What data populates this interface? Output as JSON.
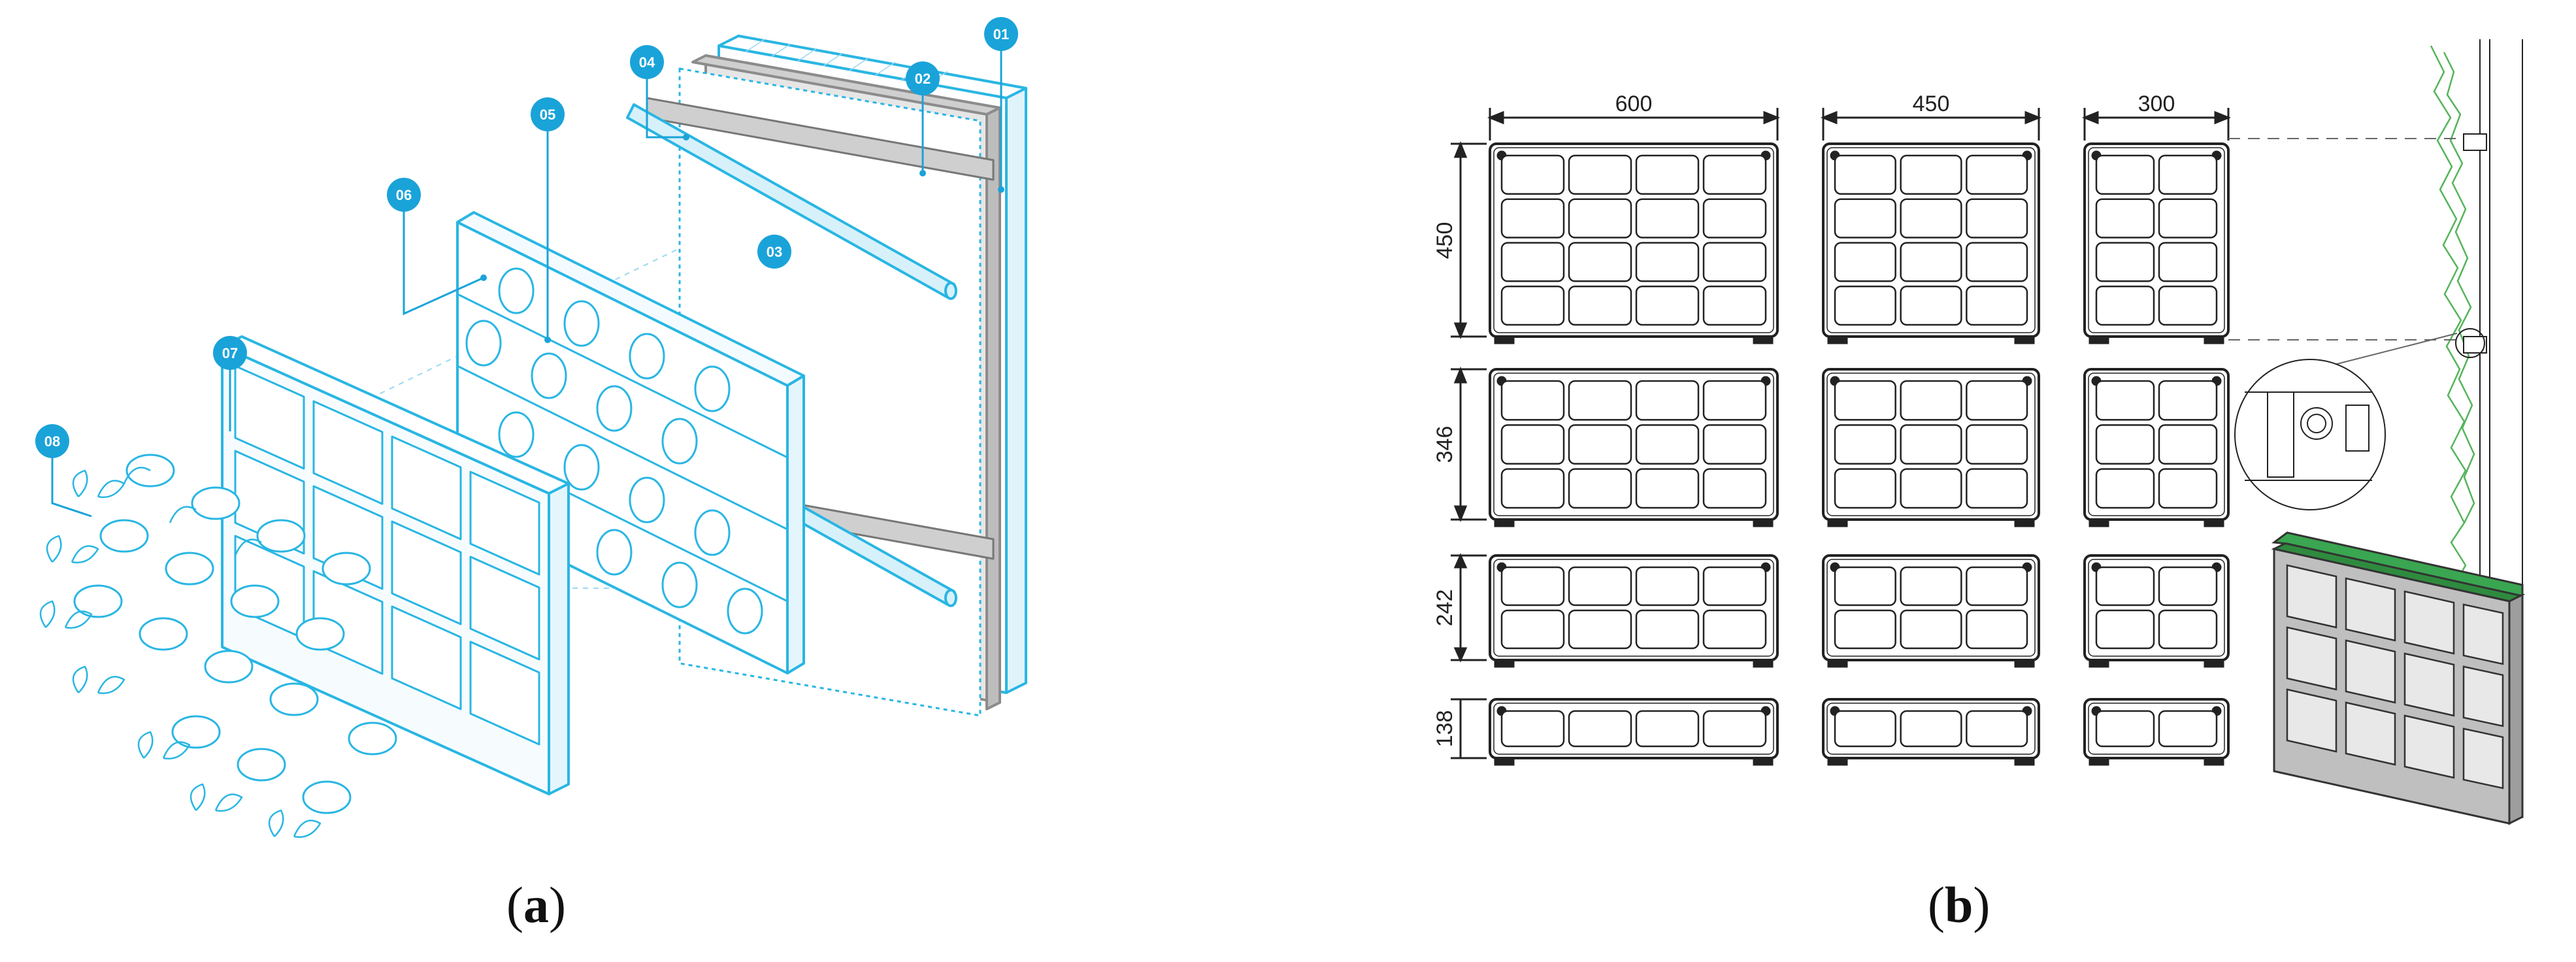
{
  "panels": {
    "a": {
      "open": "(",
      "letter": "a",
      "close": ")"
    },
    "b": {
      "open": "(",
      "letter": "b",
      "close": ")"
    }
  },
  "callouts": [
    "01",
    "02",
    "03",
    "04",
    "05",
    "06",
    "07",
    "08"
  ],
  "dimensions": {
    "widths": [
      "600",
      "450",
      "300"
    ],
    "heights": [
      "450",
      "346",
      "242",
      "138"
    ]
  },
  "colors": {
    "line_cyan": "#29b6e3",
    "fill_cyan": "#eaf8fd",
    "callout": "#1aa3d9",
    "drawing": "#222222",
    "plant_green": "#55b45a",
    "module_green": "#2e8b3e"
  }
}
